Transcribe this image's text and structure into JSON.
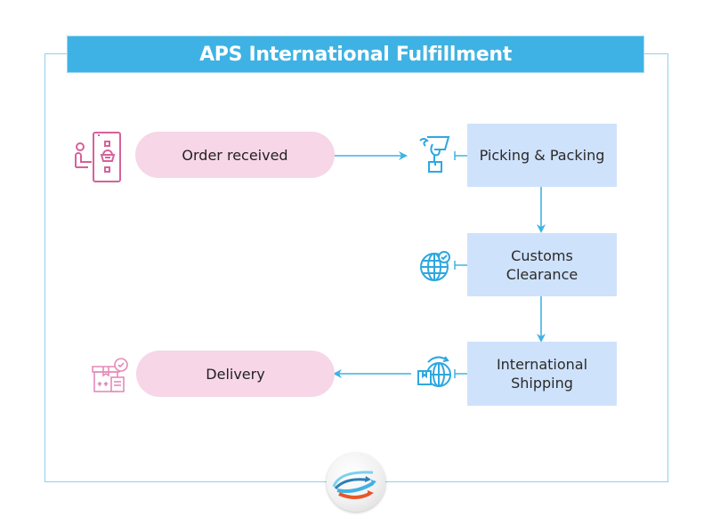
{
  "title": "APS International Fulfillment",
  "colors": {
    "title_bar": "#3eb2e4",
    "frame_border": "#8fd0ee",
    "pill_fill": "#f6d6e7",
    "box_fill": "#cfe2fb",
    "arrow": "#3eb2e4",
    "pink_icon": "#d5629a",
    "blue_icon": "#2ea7e0"
  },
  "steps": [
    {
      "id": "order",
      "label": "Order received",
      "shape": "pill",
      "icon": "person-phone-basket-icon"
    },
    {
      "id": "picking",
      "label": "Picking & Packing",
      "shape": "box",
      "icon": "hand-package-icon"
    },
    {
      "id": "customs",
      "label": "Customs Clearance",
      "shape": "box",
      "icon": "globe-check-icon"
    },
    {
      "id": "shipping",
      "label": "International Shipping",
      "shape": "box",
      "icon": "globe-box-icon"
    },
    {
      "id": "delivery",
      "label": "Delivery",
      "shape": "pill",
      "icon": "box-delivered-icon"
    }
  ],
  "flow": [
    [
      "order",
      "picking"
    ],
    [
      "picking",
      "customs"
    ],
    [
      "customs",
      "shipping"
    ],
    [
      "shipping",
      "delivery"
    ]
  ],
  "logo": "aps-swirl-arrows-logo"
}
